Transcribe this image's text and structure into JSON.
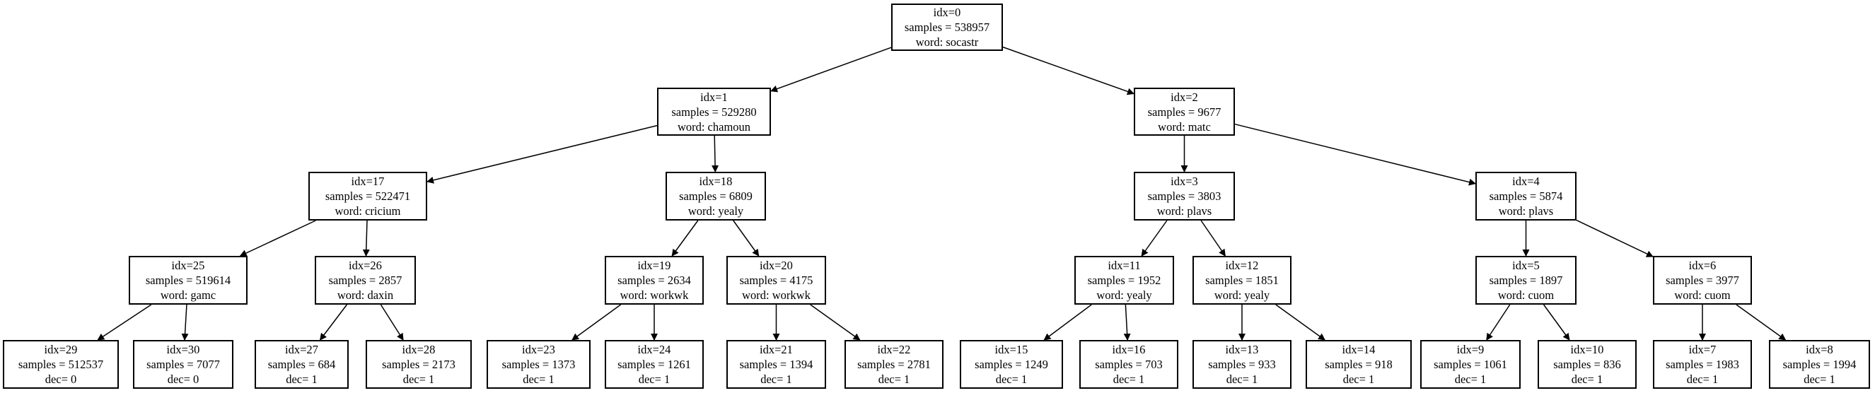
{
  "diagram": {
    "type": "decision-tree",
    "nodes": [
      {
        "id": 0,
        "lines": [
          "idx=0",
          "samples = 538957",
          "word: socastr"
        ]
      },
      {
        "id": 1,
        "lines": [
          "idx=1",
          "samples = 529280",
          "word: chamoun"
        ]
      },
      {
        "id": 2,
        "lines": [
          "idx=2",
          "samples = 9677",
          "word: matc"
        ]
      },
      {
        "id": 17,
        "lines": [
          "idx=17",
          "samples = 522471",
          "word: cricium"
        ]
      },
      {
        "id": 18,
        "lines": [
          "idx=18",
          "samples = 6809",
          "word: yealy"
        ]
      },
      {
        "id": 3,
        "lines": [
          "idx=3",
          "samples = 3803",
          "word: plavs"
        ]
      },
      {
        "id": 4,
        "lines": [
          "idx=4",
          "samples = 5874",
          "word: plavs"
        ]
      },
      {
        "id": 25,
        "lines": [
          "idx=25",
          "samples = 519614",
          "word: gamc"
        ]
      },
      {
        "id": 26,
        "lines": [
          "idx=26",
          "samples = 2857",
          "word: daxin"
        ]
      },
      {
        "id": 19,
        "lines": [
          "idx=19",
          "samples = 2634",
          "word: workwk"
        ]
      },
      {
        "id": 20,
        "lines": [
          "idx=20",
          "samples = 4175",
          "word: workwk"
        ]
      },
      {
        "id": 11,
        "lines": [
          "idx=11",
          "samples = 1952",
          "word: yealy"
        ]
      },
      {
        "id": 12,
        "lines": [
          "idx=12",
          "samples = 1851",
          "word: yealy"
        ]
      },
      {
        "id": 5,
        "lines": [
          "idx=5",
          "samples = 1897",
          "word: cuom"
        ]
      },
      {
        "id": 6,
        "lines": [
          "idx=6",
          "samples = 3977",
          "word: cuom"
        ]
      },
      {
        "id": 29,
        "lines": [
          "idx=29",
          "samples = 512537",
          "dec= 0"
        ]
      },
      {
        "id": 30,
        "lines": [
          "idx=30",
          "samples = 7077",
          "dec= 0"
        ]
      },
      {
        "id": 27,
        "lines": [
          "idx=27",
          "samples = 684",
          "dec= 1"
        ]
      },
      {
        "id": 28,
        "lines": [
          "idx=28",
          "samples = 2173",
          "dec= 1"
        ]
      },
      {
        "id": 23,
        "lines": [
          "idx=23",
          "samples = 1373",
          "dec= 1"
        ]
      },
      {
        "id": 24,
        "lines": [
          "idx=24",
          "samples = 1261",
          "dec= 1"
        ]
      },
      {
        "id": 21,
        "lines": [
          "idx=21",
          "samples = 1394",
          "dec= 1"
        ]
      },
      {
        "id": 22,
        "lines": [
          "idx=22",
          "samples = 2781",
          "dec= 1"
        ]
      },
      {
        "id": 15,
        "lines": [
          "idx=15",
          "samples = 1249",
          "dec= 1"
        ]
      },
      {
        "id": 16,
        "lines": [
          "idx=16",
          "samples = 703",
          "dec= 1"
        ]
      },
      {
        "id": 13,
        "lines": [
          "idx=13",
          "samples = 933",
          "dec= 1"
        ]
      },
      {
        "id": 14,
        "lines": [
          "idx=14",
          "samples = 918",
          "dec= 1"
        ]
      },
      {
        "id": 9,
        "lines": [
          "idx=9",
          "samples = 1061",
          "dec= 1"
        ]
      },
      {
        "id": 10,
        "lines": [
          "idx=10",
          "samples = 836",
          "dec= 1"
        ]
      },
      {
        "id": 7,
        "lines": [
          "idx=7",
          "samples = 1983",
          "dec= 1"
        ]
      },
      {
        "id": 8,
        "lines": [
          "idx=8",
          "samples = 1994",
          "dec= 1"
        ]
      }
    ],
    "edges": [
      [
        0,
        1
      ],
      [
        0,
        2
      ],
      [
        1,
        17
      ],
      [
        1,
        18
      ],
      [
        2,
        3
      ],
      [
        2,
        4
      ],
      [
        17,
        25
      ],
      [
        17,
        26
      ],
      [
        18,
        19
      ],
      [
        18,
        20
      ],
      [
        3,
        11
      ],
      [
        3,
        12
      ],
      [
        4,
        5
      ],
      [
        4,
        6
      ],
      [
        25,
        29
      ],
      [
        25,
        30
      ],
      [
        26,
        27
      ],
      [
        26,
        28
      ],
      [
        19,
        23
      ],
      [
        19,
        24
      ],
      [
        20,
        21
      ],
      [
        20,
        22
      ],
      [
        11,
        15
      ],
      [
        11,
        16
      ],
      [
        12,
        13
      ],
      [
        12,
        14
      ],
      [
        5,
        9
      ],
      [
        5,
        10
      ],
      [
        6,
        7
      ],
      [
        6,
        8
      ]
    ]
  }
}
